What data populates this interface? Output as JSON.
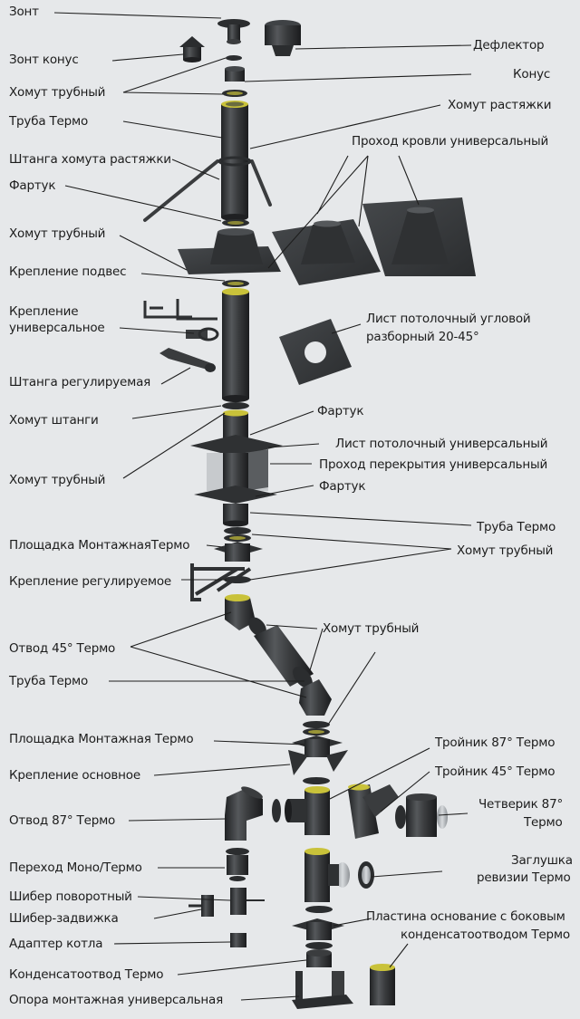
{
  "labels": {
    "zont": "Зонт",
    "zont_konus": "Зонт конус",
    "khomut_1": "Хомут трубный",
    "truba_termo_1": "Труба Термо",
    "shtanga_khomuta": "Штанга хомута растяжки",
    "fartuk_1": "Фартук",
    "khomut_2": "Хомут трубный",
    "kreplenie_podves": "Крепление подвес",
    "kreplenie_univ_1": "Крепление",
    "kreplenie_univ_2": "универсальное",
    "shtanga_reg": "Штанга регулируемая",
    "khomut_shtangi": "Хомут штанги",
    "khomut_3": "Хомут трубный",
    "ploshchadka_1": "Площадка МонтажнаяТермо",
    "kreplenie_reg": "Крепление регулируемое",
    "otvod_45": "Отвод 45° Термо",
    "truba_termo_left": "Труба Термо",
    "ploshchadka_2": "Площадка Монтажная Термо",
    "kreplenie_osn": "Крепление основное",
    "otvod_87": "Отвод 87° Термо",
    "perekhod": "Переход Моно/Термо",
    "shiber_pov": "Шибер поворотный",
    "shiber_zad": "Шибер-задвижка",
    "adapter": "Адаптер котла",
    "kondensatootvod": "Конденсатоотвод Термо",
    "opora": "Опора монтажная универсальная",
    "deflektor": "Дефлектор",
    "konus": "Конус",
    "khomut_rastyazhki": "Хомут растяжки",
    "prokhod_krovli": "Проход кровли универсальный",
    "list_ugl_1": "Лист потолочный угловой",
    "list_ugl_2": "разборный 20-45°",
    "fartuk_2": "Фартук",
    "list_univ": "Лист потолочный универсальный",
    "prokhod_perekr": "Проход перекрытия универсальный",
    "fartuk_3": "Фартук",
    "truba_termo_2": "Труба Термо",
    "khomut_4": "Хомут трубный",
    "khomut_5": "Хомут трубный",
    "troynik_87": "Тройник 87° Термо",
    "troynik_45": "Тройник 45° Термо",
    "chetverik_1": "Четверик 87°",
    "chetverik_2": "Термо",
    "zaglushka_1": "Заглушка",
    "zaglushka_2": "ревизии Термо",
    "plastina_1": "Пластина основание с боковым",
    "plastina_2": "конденсатоотводом Термо"
  },
  "colors": {
    "background": "#e6e8ea",
    "part_dark": "#2b2d2f",
    "part_mid": "#3a3c3e",
    "part_light": "#55585b",
    "steel": "#b8bcc0",
    "yellow_ring": "#c9c23a",
    "leader": "#1e1e1e"
  }
}
